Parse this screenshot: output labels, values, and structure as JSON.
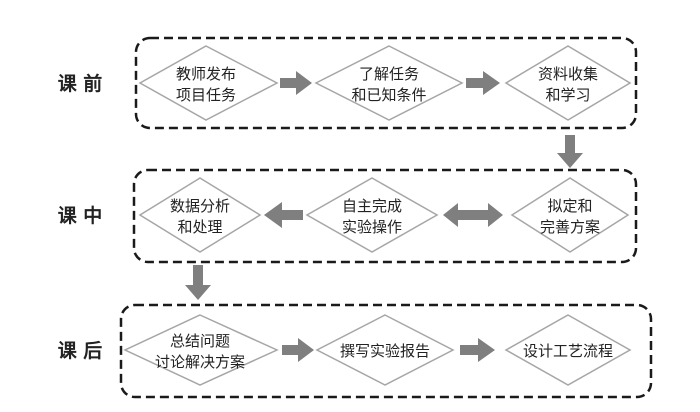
{
  "stages": [
    {
      "label": "课 前",
      "nodes": [
        {
          "lines": [
            "教师发布",
            "项目任务"
          ]
        },
        {
          "lines": [
            "了解任务",
            "和已知条件"
          ]
        },
        {
          "lines": [
            "资料收集",
            "和学习"
          ]
        }
      ]
    },
    {
      "label": "课 中",
      "nodes": [
        {
          "lines": [
            "数据分析",
            "和处理"
          ]
        },
        {
          "lines": [
            "自主完成",
            "实验操作"
          ]
        },
        {
          "lines": [
            "拟定和",
            "完善方案"
          ]
        }
      ]
    },
    {
      "label": "课 后",
      "nodes": [
        {
          "lines": [
            "总结问题",
            "讨论解决方案"
          ]
        },
        {
          "lines": [
            "撰写实验报告"
          ]
        },
        {
          "lines": [
            "设计工艺流程"
          ]
        }
      ]
    }
  ],
  "colors": {
    "arrow": "#7f7f7f",
    "node_stroke": "#a6a6a6",
    "box_stroke": "#1a1a1a"
  }
}
